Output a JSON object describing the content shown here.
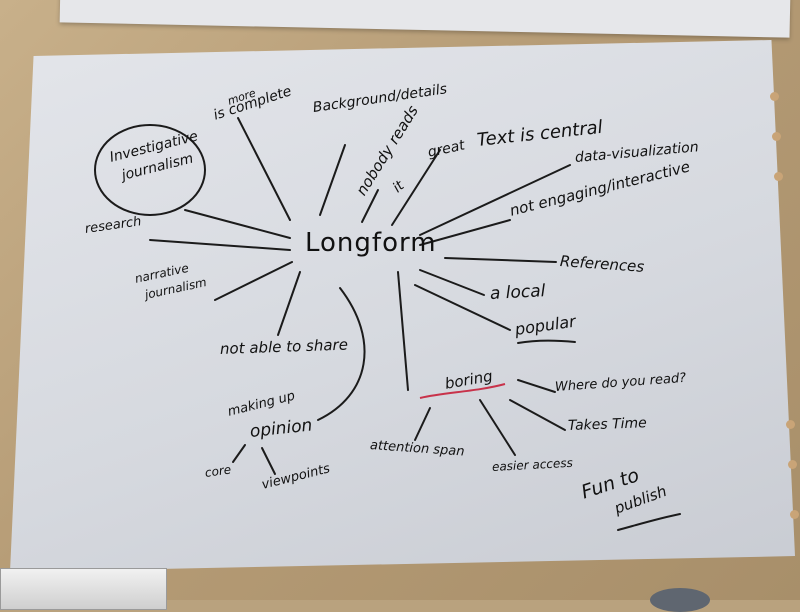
{
  "board": {
    "center": "Longform",
    "labels": {
      "more": "more",
      "complete": "is complete",
      "background": "Background/details",
      "nobody": "nobody reads",
      "it": "it",
      "great": "great",
      "text_central": "Text is central",
      "data_vis": "data-visualization",
      "engaging": "not engaging/interactive",
      "investigative": "Investigative",
      "journalism": "journalism",
      "research": "research",
      "references": "References",
      "narrative": "narrative",
      "narrative_journalism": "journalism",
      "local": "a local",
      "popular": "popular",
      "not_share": "not able to share",
      "boring": "boring",
      "where_read": "Where do you read?",
      "takes_time": "Takes Time",
      "making_up": "making up",
      "opinion": "opinion",
      "core": "core",
      "viewpoints": "viewpoints",
      "attention": "attention span",
      "easier": "easier access",
      "fun": "Fun to",
      "publish": "publish"
    }
  },
  "colors": {
    "ink": "#1b1b1b",
    "red_ink": "#c8324a"
  }
}
